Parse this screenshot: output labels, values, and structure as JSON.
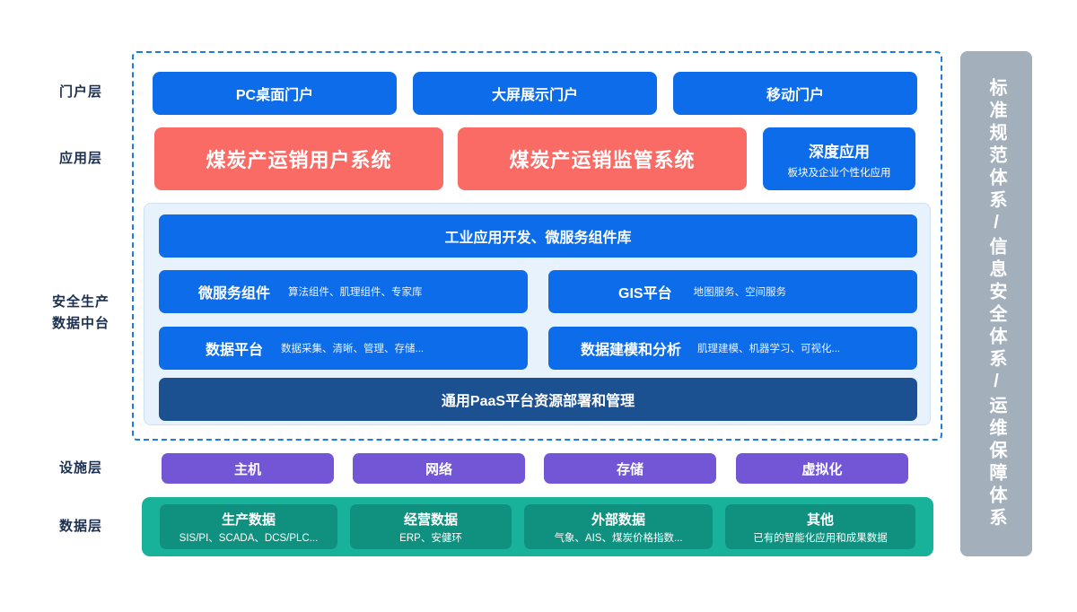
{
  "layers": [
    {
      "id": "portal",
      "label": "门户层"
    },
    {
      "id": "app",
      "label": "应用层"
    },
    {
      "id": "platform",
      "label_line1": "安全生产",
      "label_line2": "数据中台"
    },
    {
      "id": "facility",
      "label": "设施层"
    },
    {
      "id": "data",
      "label": "数据层"
    }
  ],
  "portal_layer": {
    "items": [
      {
        "title": "PC桌面门户"
      },
      {
        "title": "大屏展示门户"
      },
      {
        "title": "移动门户"
      }
    ]
  },
  "application_layer": {
    "items": [
      {
        "title": "煤炭产运销用户系统",
        "subtitle": "",
        "color": "#fa6b65"
      },
      {
        "title": "煤炭产运销监管系统",
        "subtitle": "",
        "color": "#fa6b65"
      },
      {
        "title": "深度应用",
        "subtitle": "板块及企业个性化应用",
        "color": "#0c6ce9"
      }
    ]
  },
  "platform_layer": {
    "banner": {
      "title": "工业应用开发、微服务组件库"
    },
    "modules": [
      {
        "title": "微服务组件",
        "subtitle": "算法组件、肌理组件、专家库"
      },
      {
        "title": "GIS平台",
        "subtitle": "地图服务、空间服务"
      },
      {
        "title": "数据平台",
        "subtitle": "数据采集、清晰、管理、存储..."
      },
      {
        "title": "数据建模和分析",
        "subtitle": "肌理建模、机器学习、可视化..."
      }
    ],
    "footer": {
      "title": "通用PaaS平台资源部署和管理"
    }
  },
  "facility_layer": {
    "items": [
      {
        "title": "主机"
      },
      {
        "title": "网络"
      },
      {
        "title": "存储"
      },
      {
        "title": "虚拟化"
      }
    ]
  },
  "data_layer": {
    "items": [
      {
        "title": "生产数据",
        "subtitle": "SIS/PI、SCADA、DCS/PLC..."
      },
      {
        "title": "经营数据",
        "subtitle": "ERP、安健环"
      },
      {
        "title": "外部数据",
        "subtitle": "气象、AIS、煤炭价格指数..."
      },
      {
        "title": "其他",
        "subtitle": "已有的智能化应用和成果数据"
      }
    ]
  },
  "side_bar": {
    "text": "标准规范体系/信息安全体系/运维保障体系"
  },
  "colors": {
    "blue": "#0c6ce9",
    "red": "#fa6b65",
    "dark_blue": "#1b5091",
    "purple": "#7356d6",
    "green": "#18b29b",
    "green_dark": "#10917f",
    "gray": "#a3afbb",
    "panel_bg": "#e8f2fd",
    "dashed_border": "#1f7ae0",
    "label_text": "#1b3050"
  }
}
